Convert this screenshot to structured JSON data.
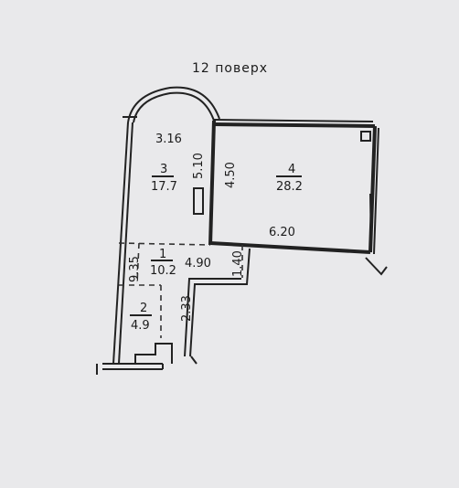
{
  "title": "12 поверх",
  "rooms": [
    {
      "number": "1",
      "area": "10.2"
    },
    {
      "number": "2",
      "area": "4.9"
    },
    {
      "number": "3",
      "area": "17.7"
    },
    {
      "number": "4",
      "area": "28.2"
    }
  ],
  "dimensions": {
    "d316": "3.16",
    "d510": "5.10",
    "d450": "4.50",
    "d620": "6.20",
    "d935": "9.35",
    "d490": "4.90",
    "d140": "1.40",
    "d233": "2.33"
  },
  "colors": {
    "background": "#e9e9eb",
    "ink": "#222222"
  }
}
